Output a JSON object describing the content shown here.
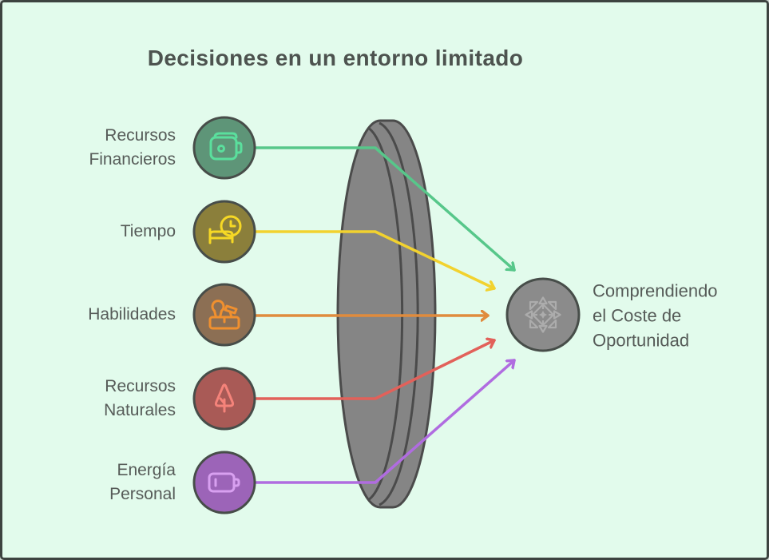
{
  "title": "Decisiones en un entorno limitado",
  "background": "#e2fbec",
  "frame_border": "#3d4340",
  "text_color": "#565b58",
  "node_border": "#474d49",
  "inputs": [
    {
      "label": "Recursos\nFinancieros",
      "icon": "wallet-icon",
      "fill": "#5e9578",
      "icon_color": "#5adf9d",
      "line_color": "#57c78a"
    },
    {
      "label": "Tiempo",
      "icon": "clock-bed-icon",
      "fill": "#8b7f3b",
      "icon_color": "#f6d825",
      "line_color": "#f2d22e"
    },
    {
      "label": "Habilidades",
      "icon": "tools-icon",
      "fill": "#8c6f54",
      "icon_color": "#f0902f",
      "line_color": "#e08b3d"
    },
    {
      "label": "Recursos\nNaturales",
      "icon": "tree-icon",
      "fill": "#a95a56",
      "icon_color": "#f5837a",
      "line_color": "#e2615a"
    },
    {
      "label": "Energía\nPersonal",
      "icon": "battery-icon",
      "fill": "#9c64b8",
      "icon_color": "#d8a0f0",
      "line_color": "#b06ce0"
    }
  ],
  "lens": {
    "fill": "#858585",
    "stroke": "#4b4b4b"
  },
  "output": {
    "label": "Comprendiendo\nel Coste de\nOportunidad",
    "icon": "compass-rose-icon",
    "fill": "#8b8b8b",
    "icon_color": "#acacac"
  }
}
